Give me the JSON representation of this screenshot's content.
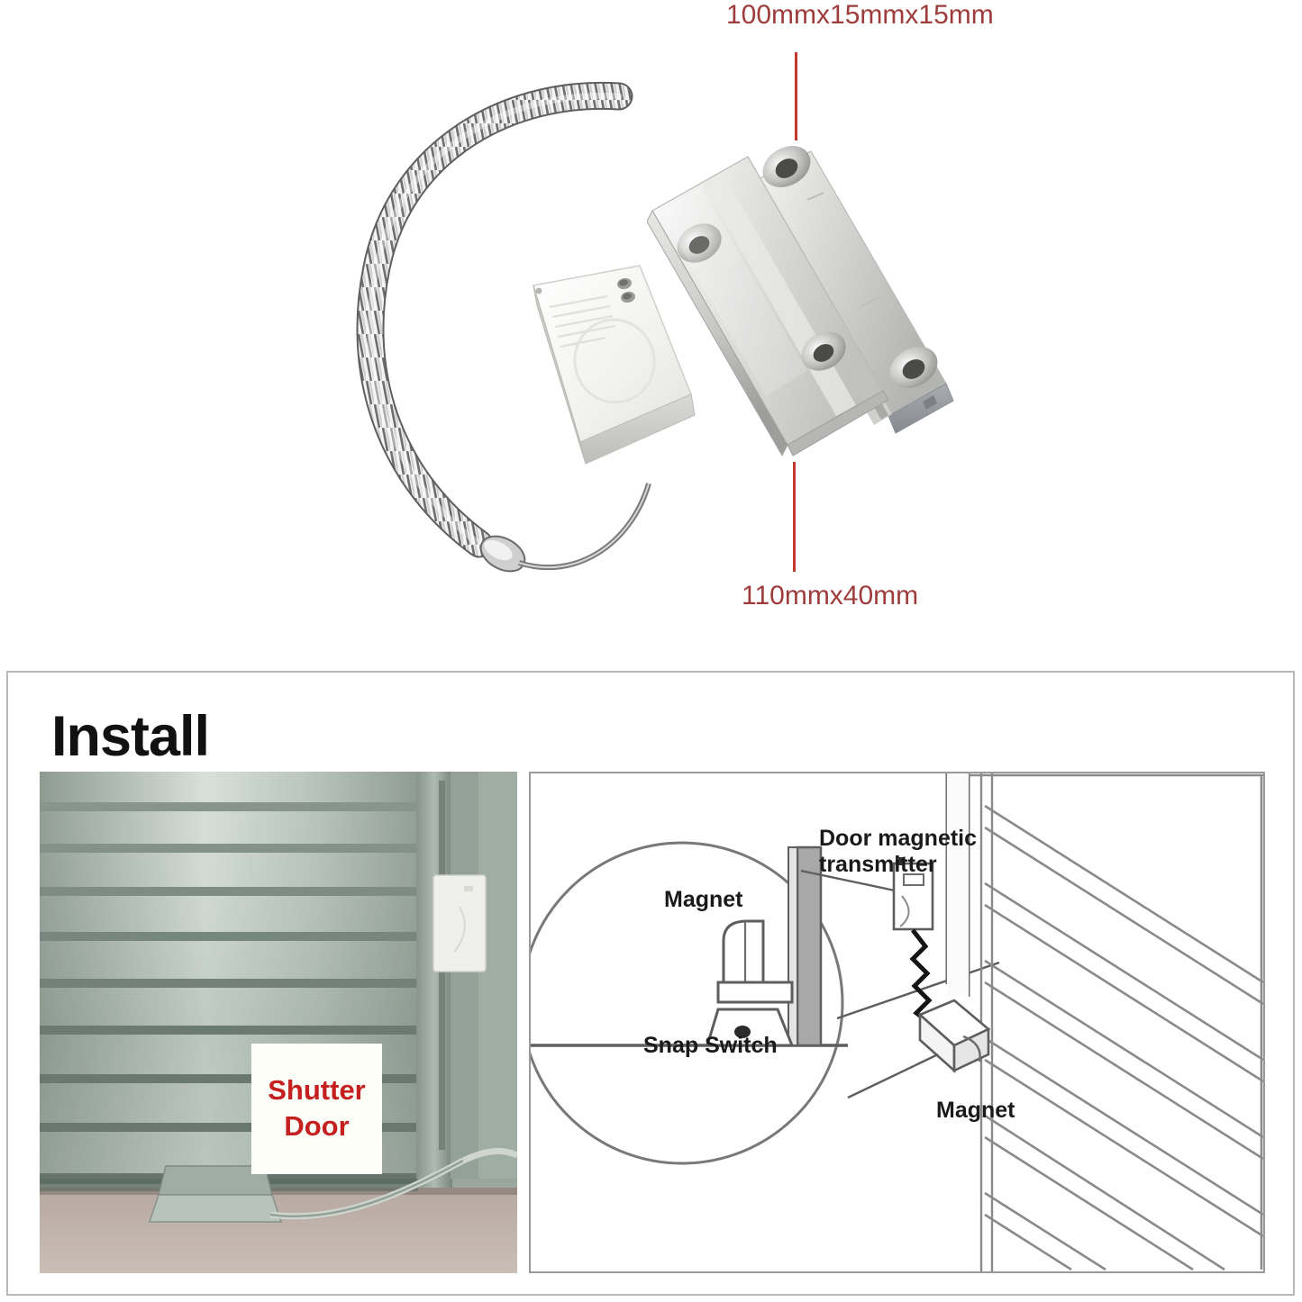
{
  "product": {
    "dimension_top": "100mmx15mmx15mm",
    "dimension_bottom": "110mmx40mm",
    "parts": {
      "armored_cable": "armored-flexible-conduit",
      "transmitter": "white-wireless-transmitter-box",
      "sensor": "aluminium-roller-shutter-magnetic-contact"
    },
    "colors": {
      "dimension_text": "#9e3b3b",
      "leader_line": "#c0392b",
      "aluminium_light": "#f2f2f0",
      "aluminium_mid": "#c9c9c7",
      "aluminium_dark": "#8e8e8c",
      "box_white": "#f6f6f4"
    }
  },
  "install": {
    "title": "Install",
    "photo": {
      "badge_line1": "Shutter",
      "badge_line2": "Door",
      "badge_color": "#c42020"
    },
    "schematic": {
      "labels": {
        "magnet_detail": "Magnet",
        "snap_switch": "Snap Switch",
        "transmitter_line1": "Door magnetic",
        "transmitter_line2": "transmitter",
        "magnet_door": "Magnet"
      },
      "colors": {
        "line": "#6f6f6f",
        "panel_fill": "#a8a8a8",
        "wire": "#1a1a1a",
        "border": "#9a9a9a"
      }
    }
  }
}
